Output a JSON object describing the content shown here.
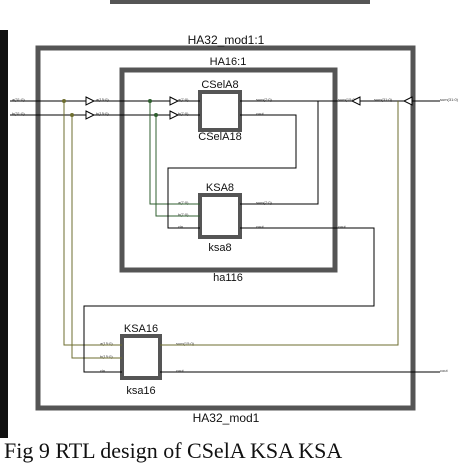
{
  "diagram": {
    "outer_block": {
      "top_label": "HA32_mod1:1",
      "bottom_label": "HA32_mod1"
    },
    "inner_block": {
      "top_label": "HA16:1",
      "bottom_label": "ha116"
    },
    "cselA8": {
      "top_label": "CSelA8",
      "bottom_label": "CSelA18",
      "pins_in": [
        "a(7:0)",
        "b(7:0)"
      ],
      "pins_out": [
        "sum(7:0)",
        "cout"
      ]
    },
    "ksa8": {
      "top_label": "KSA8",
      "bottom_label": "ksa8",
      "pins_in": [
        "a(7:0)",
        "b(7:0)",
        "cin"
      ],
      "pins_out": [
        "sum(7:0)",
        "cout"
      ]
    },
    "ksa16": {
      "top_label": "KSA16",
      "bottom_label": "ksa16",
      "pins_in": [
        "a(15:0)",
        "b(15:0)",
        "cin"
      ],
      "pins_out": [
        "sum(15:0)",
        "cout"
      ]
    },
    "ports_in": [
      "a(31:0)",
      "b(31:0)"
    ],
    "ports_in_inner": [
      "a(15:0)",
      "b(15:0)"
    ],
    "ports_out": [
      "sum(31:0)",
      "cout"
    ],
    "ports_out_inner": [
      "sum(15:0)",
      "cout"
    ],
    "colors": {
      "frame": "#000000",
      "background": "#ffffff",
      "block_edge": "#6e6e6e",
      "wire": "#000000"
    }
  },
  "caption": "Fig 9 RTL design of CSelA  KSA  KSA"
}
